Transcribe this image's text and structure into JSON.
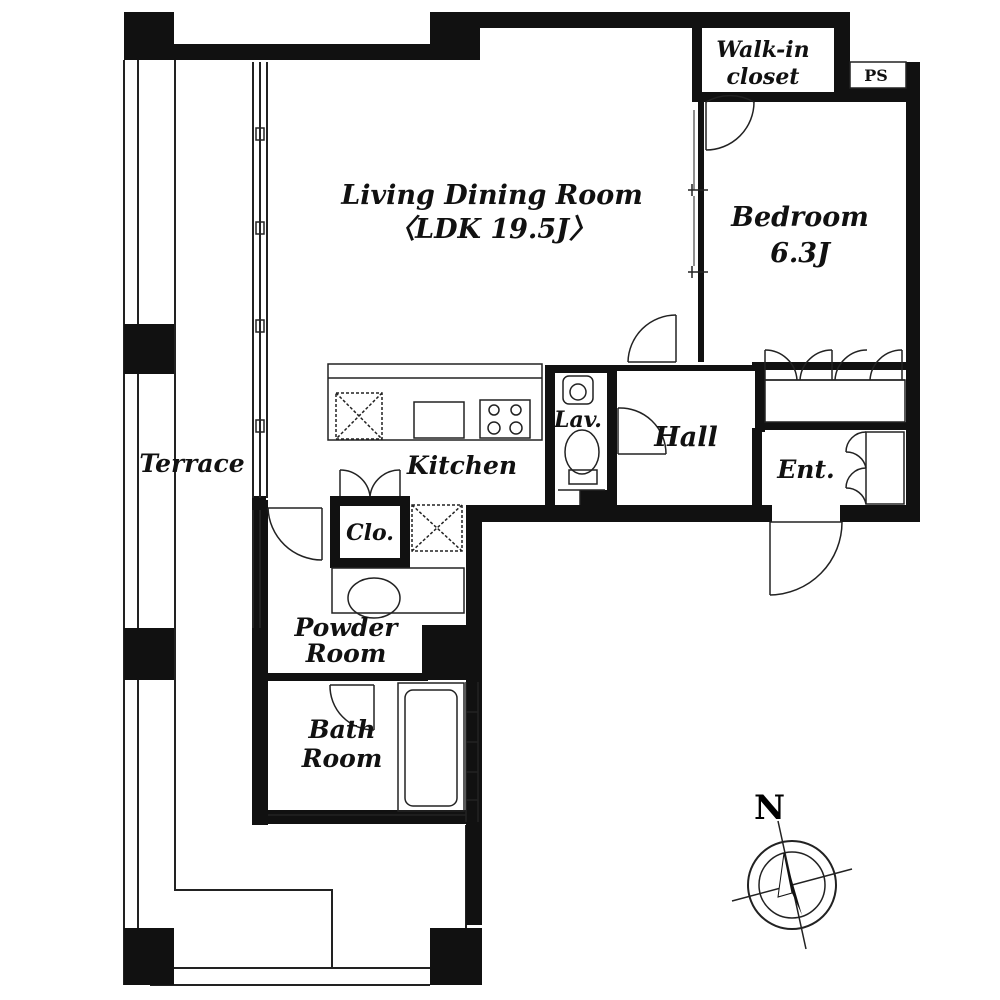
{
  "plan": {
    "rooms": {
      "walkin_line1": "Walk-in",
      "walkin_line2": "closet",
      "ps": "PS",
      "living_line1": "Living Dining Room",
      "living_line2": "〈LDK 19.5J〉",
      "bedroom_line1": "Bedroom",
      "bedroom_line2": "6.3J",
      "lav": "Lav.",
      "hall": "Hall",
      "terrace": "Terrace",
      "kitchen": "Kitchen",
      "entrance": "Ent.",
      "closet": "Clo.",
      "powder_line1": "Powder",
      "powder_line2": "Room",
      "bath_line1": "Bath",
      "bath_line2": "Room"
    },
    "compass": {
      "north_label": "N"
    },
    "colors": {
      "wall": "#111111",
      "line": "#222222",
      "background": "#ffffff"
    }
  }
}
